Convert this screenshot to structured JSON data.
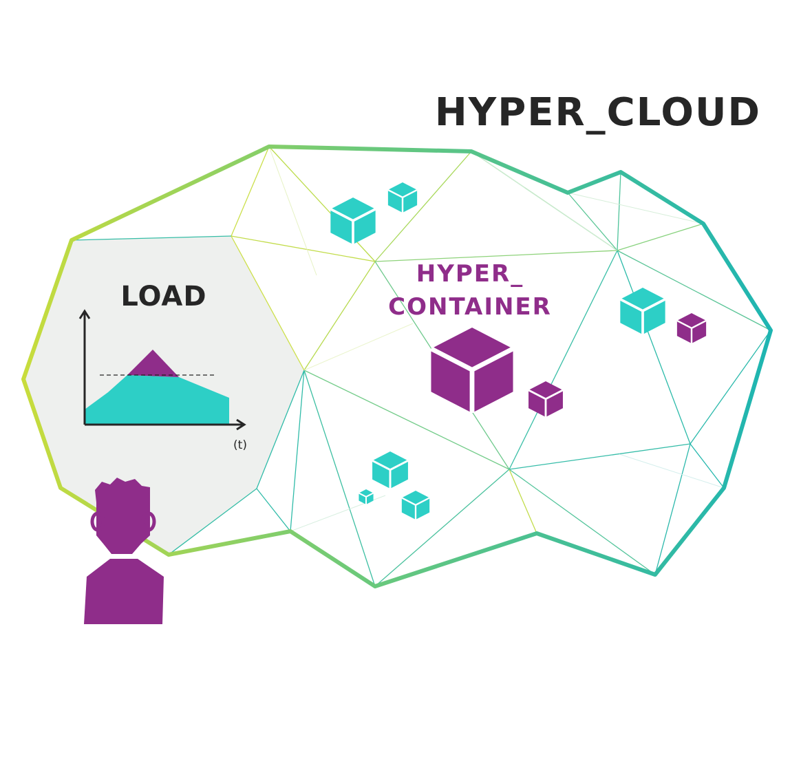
{
  "title": "HYPER_CLOUD",
  "load_label": "LOAD",
  "axis_label": "(t)",
  "container_label_line1": "HYPER_",
  "container_label_line2": "CONTAINER",
  "colors": {
    "purple": "#8f2d8a",
    "teal": "#2dcfc6",
    "lime": "#c2dc3a",
    "green": "#5cc489",
    "cloud_teal": "#1fb6b0",
    "panel_gray": "#eef0ee",
    "text_dark": "#262626"
  },
  "icons": [
    "cloud-mesh-icon",
    "cube-icon",
    "person-icon",
    "load-chart-icon"
  ]
}
